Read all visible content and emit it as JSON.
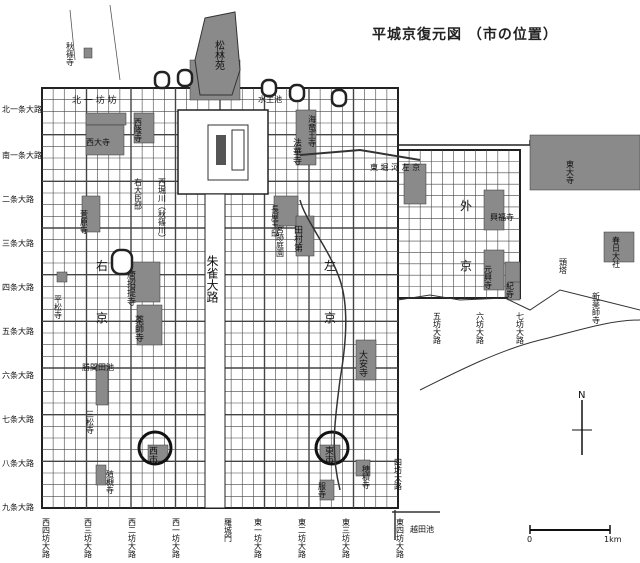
{
  "title": "平城京復元図 （市の位置）",
  "row_labels": [
    "北一条大路",
    "南一条大路",
    "二条大路",
    "三条大路",
    "四条大路",
    "五条大路",
    "六条大路",
    "七条大路",
    "八条大路",
    "九条大路"
  ],
  "bottom_labels": [
    "西四坊大路",
    "西三坊大路",
    "西二坊大路",
    "西一坊大路",
    "羅城門",
    "東一坊大路",
    "東二坊大路",
    "東三坊大路",
    "東四坊大路"
  ],
  "east_labels": [
    "五坊大路",
    "六坊大路",
    "七坊大路"
  ],
  "bottom_east_label": "四坊大路",
  "district_labels": {
    "kita_ichi_bo": "北 一 坊 坊",
    "right_capital_1": "右",
    "right_capital_2": "京",
    "left_capital_1": "左",
    "left_capital_2": "京",
    "outer_capital_1": "外",
    "outer_capital_2": "京",
    "suzaku_oji": "朱雀大路",
    "east_market": "東市",
    "west_market": "西市",
    "east_road_top": "東 堀 河 左 京",
    "west_road": "西堀川（秋篠川）",
    "nijo_road": "二条大路"
  },
  "temples": {
    "akishino": "秋篠寺",
    "shokakuen": "松林苑",
    "saidaiji": "西大寺",
    "sairyuji": "西隆寺",
    "suigenji": "水主池",
    "hokkeji": "法華寺",
    "kairyuoji": "海竜王寺",
    "sugawaradera": "菅原寺",
    "udaijin": "右大臣邸",
    "choyaoo": "長屋王邸",
    "shukuin": "宮跡庭園",
    "tamura": "田村第",
    "kofukuji": "興福寺",
    "todaiji": "東大寺",
    "kasuga": "春日大社",
    "gango": "元興寺",
    "zutou": "頭塔",
    "shinyakushi": "新薬師寺",
    "ki": "紀寺",
    "heishoji": "平松寺",
    "toshodaiji": "唐招提寺",
    "yakushiji": "薬師寺",
    "daian": "大安寺",
    "katsuma": "勝間田池",
    "sanmatsu": "三松寺",
    "kokizan": "殖槻寺",
    "shorinji": "穂積寺",
    "kaiinji": "服寺",
    "echi": "越田池"
  },
  "scale": {
    "zero": "0",
    "one": "1km"
  },
  "north": "N"
}
